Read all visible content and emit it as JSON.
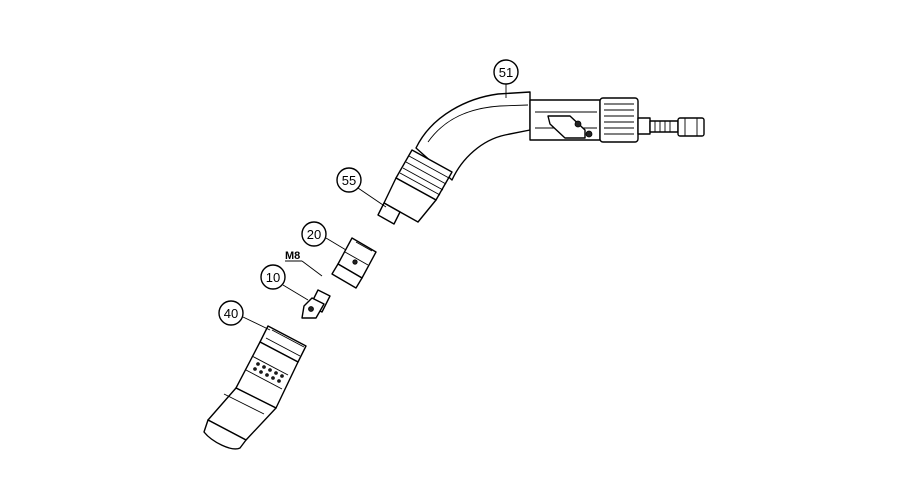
{
  "callouts": {
    "c51": "51",
    "c55": "55",
    "c20": "20",
    "c10": "10",
    "c40": "40"
  },
  "labels": {
    "thread": "M8"
  },
  "colors": {
    "line": "#000000",
    "background": "#ffffff"
  }
}
